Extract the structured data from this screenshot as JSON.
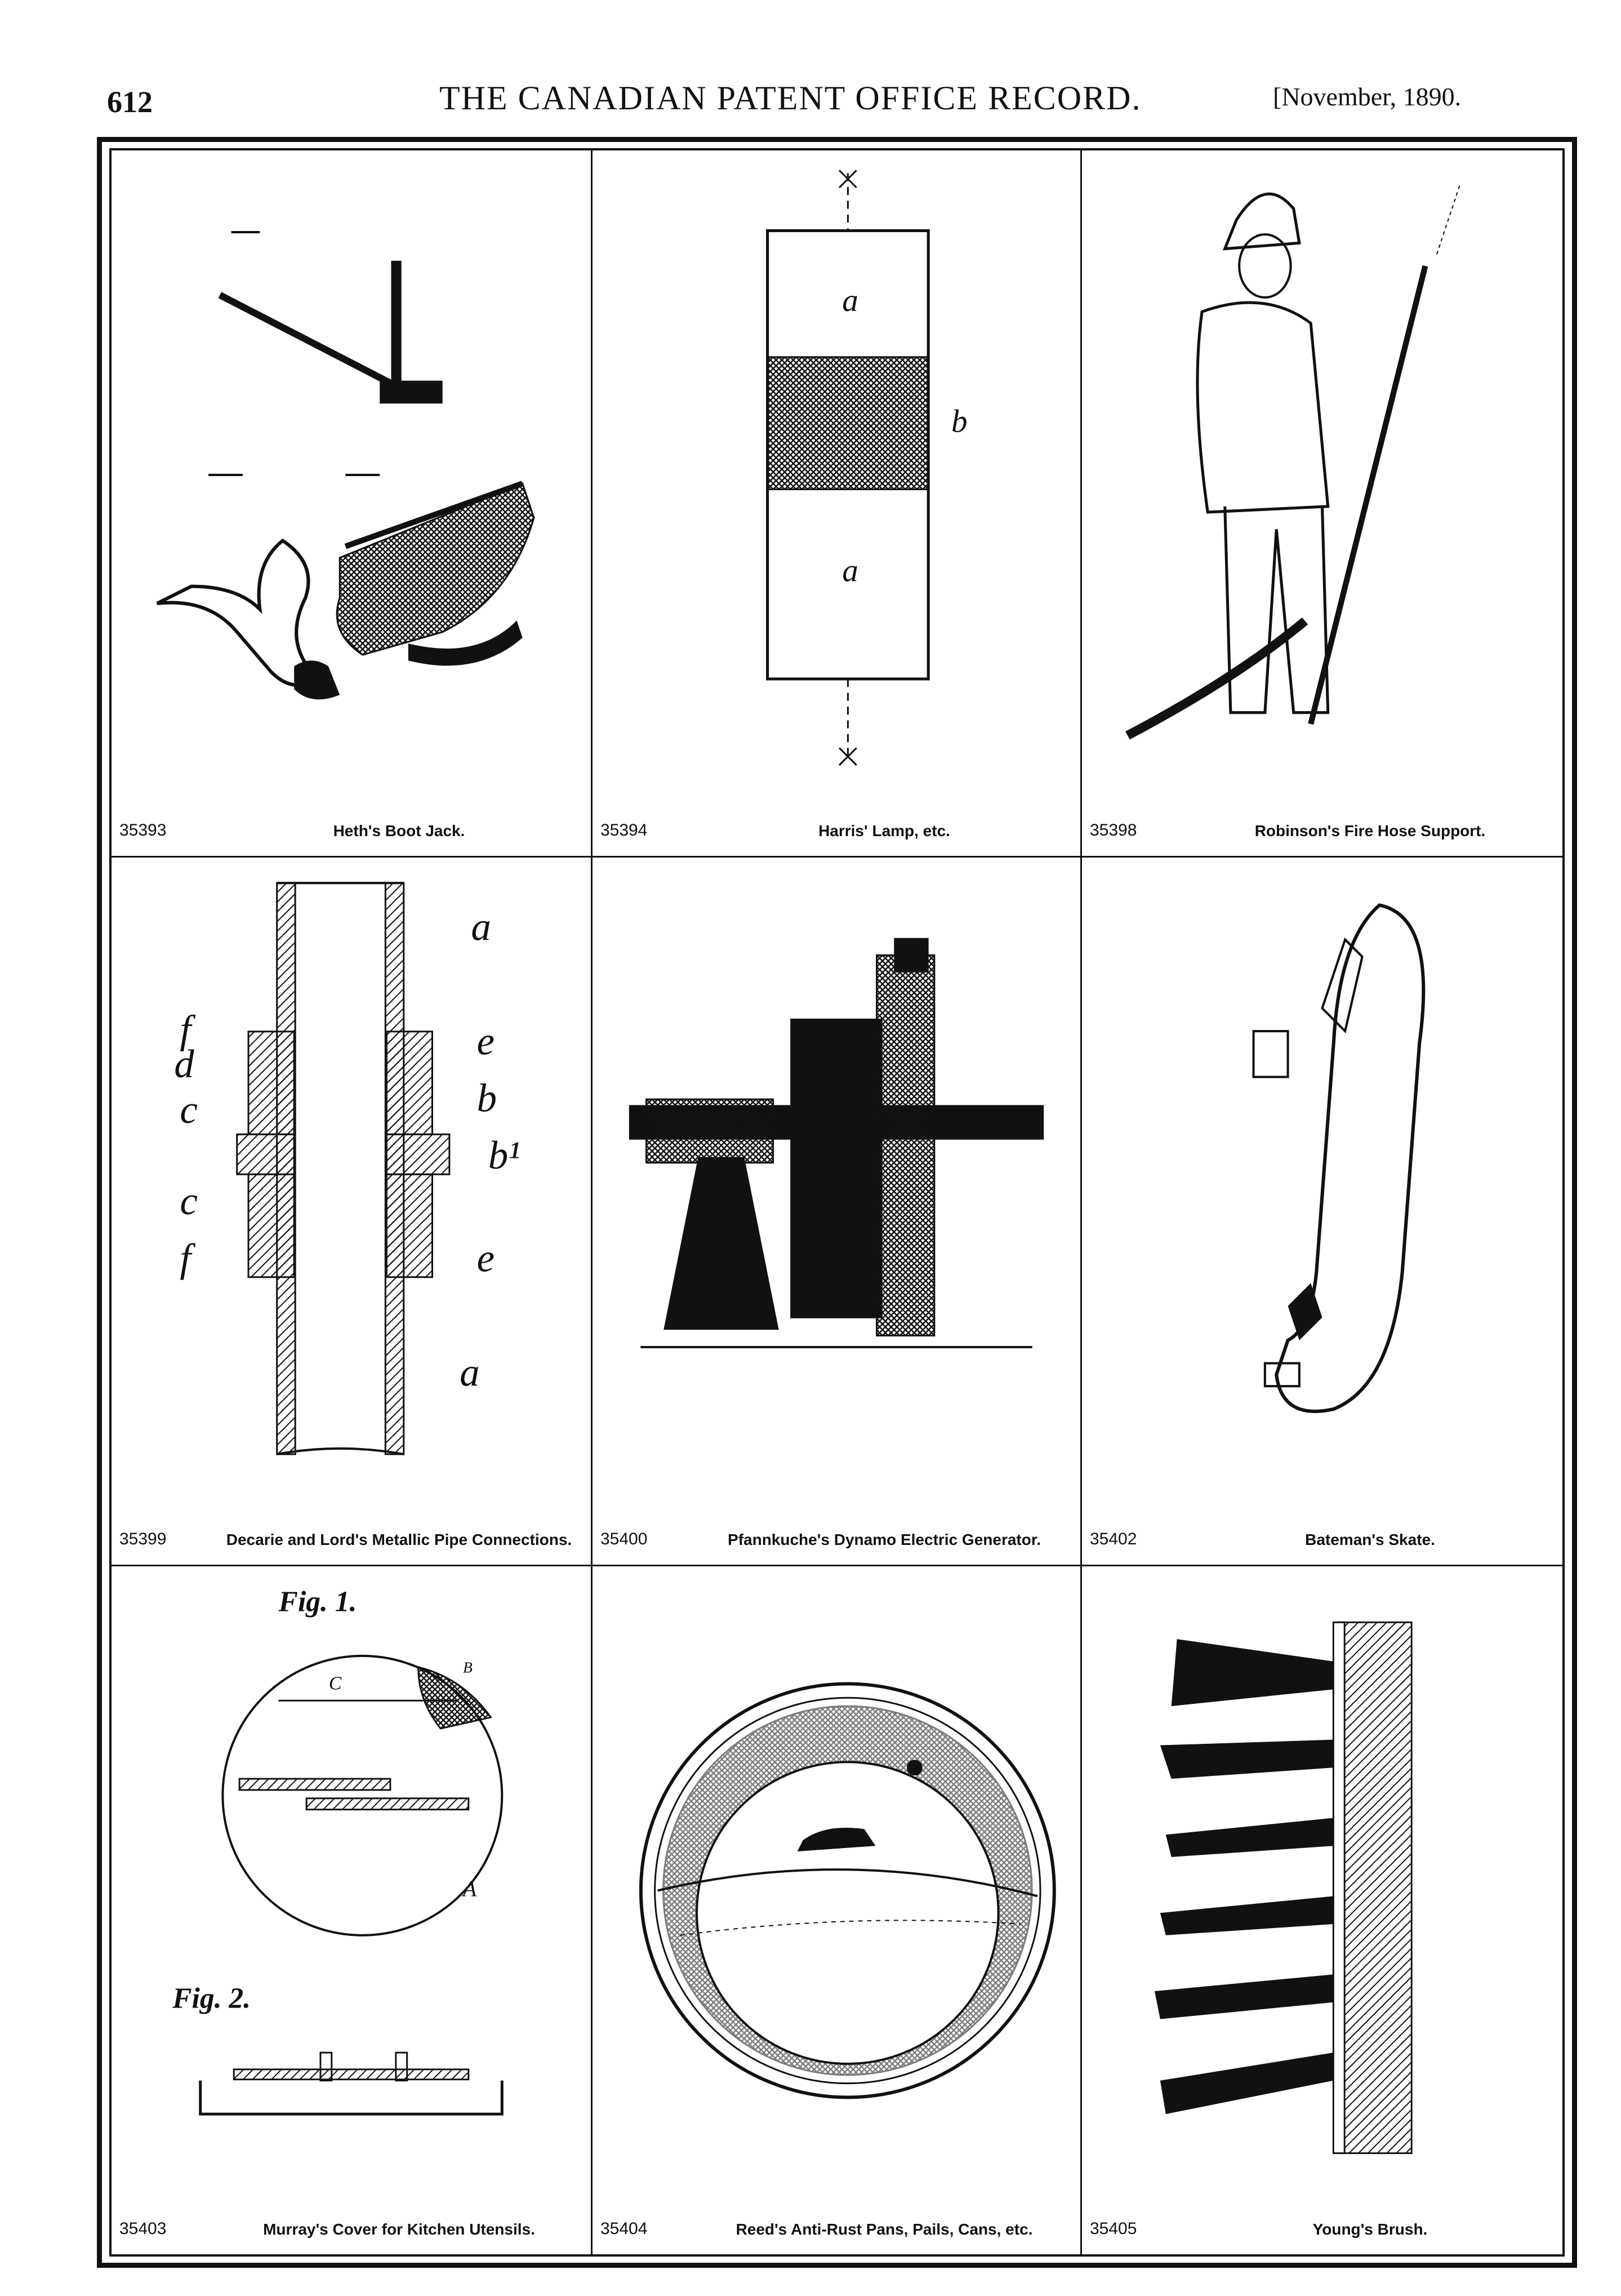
{
  "header": {
    "page_number": "612",
    "journal_title": "THE CANADIAN PATENT OFFICE RECORD.",
    "issue_date": "[November, 1890."
  },
  "patents": [
    {
      "number": "35393",
      "title": "Heth's Boot Jack.",
      "figure_icon": "boot-jack-drawing"
    },
    {
      "number": "35394",
      "title": "Harris' Lamp, etc.",
      "figure_icon": "lamp-wick-drawing"
    },
    {
      "number": "35398",
      "title": "Robinson's Fire Hose Support.",
      "figure_icon": "fireman-hose-drawing"
    },
    {
      "number": "35399",
      "title": "Decarie and Lord's Metallic Pipe Connections.",
      "figure_icon": "pipe-connection-drawing"
    },
    {
      "number": "35400",
      "title": "Pfannkuche's Dynamo Electric Generator.",
      "figure_icon": "dynamo-drawing"
    },
    {
      "number": "35402",
      "title": "Bateman's Skate.",
      "figure_icon": "skate-drawing"
    },
    {
      "number": "35403",
      "title": "Murray's Cover for Kitchen Utensils.",
      "figure_icon": "utensil-cover-drawing"
    },
    {
      "number": "35404",
      "title": "Reed's Anti-Rust Pans, Pails, Cans, etc.",
      "figure_icon": "pan-drawing"
    },
    {
      "number": "35405",
      "title": "Young's Brush.",
      "figure_icon": "brush-drawing"
    }
  ],
  "figure_labels": {
    "pipe": {
      "a1": "a",
      "e1": "e",
      "b": "b",
      "b1": "b¹",
      "e2": "e",
      "a2": "a",
      "f1": "f",
      "d": "d",
      "c1": "c",
      "c2": "c",
      "f2": "f"
    },
    "lamp": {
      "a1": "a",
      "b": "b",
      "a2": "a"
    },
    "murray": {
      "fig1": "Fig. 1.",
      "fig2": "Fig. 2.",
      "A": "A",
      "C": "C",
      "B": "B"
    }
  }
}
